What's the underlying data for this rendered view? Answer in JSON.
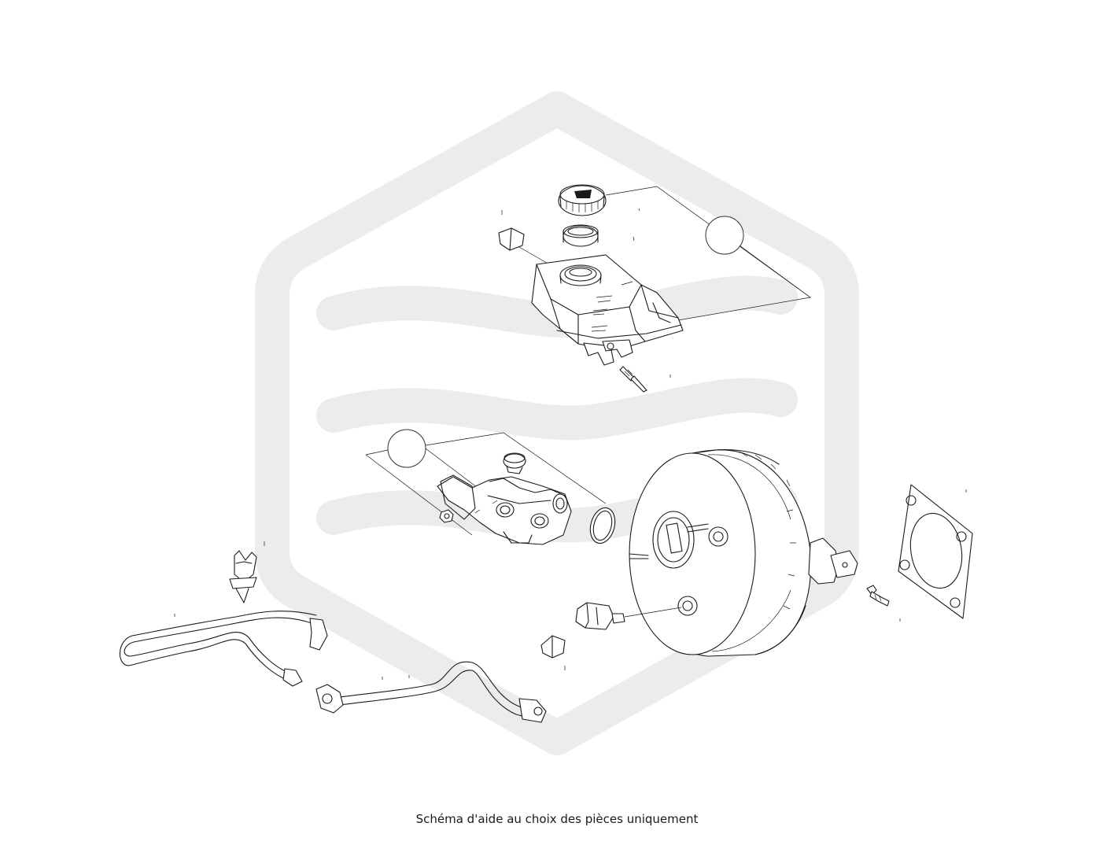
{
  "caption": "Schéma d'aide au choix des pièces uniquement",
  "colors": {
    "watermark": "#ececec",
    "line": "#1a1a1a",
    "background": "#ffffff"
  },
  "parts": [
    "reservoir-cap",
    "reservoir-seal",
    "brake-fluid-reservoir",
    "level-sensor-pin",
    "master-cylinder",
    "master-cylinder-seal",
    "brake-booster",
    "booster-gasket",
    "booster-bolt",
    "vacuum-sensor",
    "hose-clip",
    "vacuum-hose"
  ]
}
